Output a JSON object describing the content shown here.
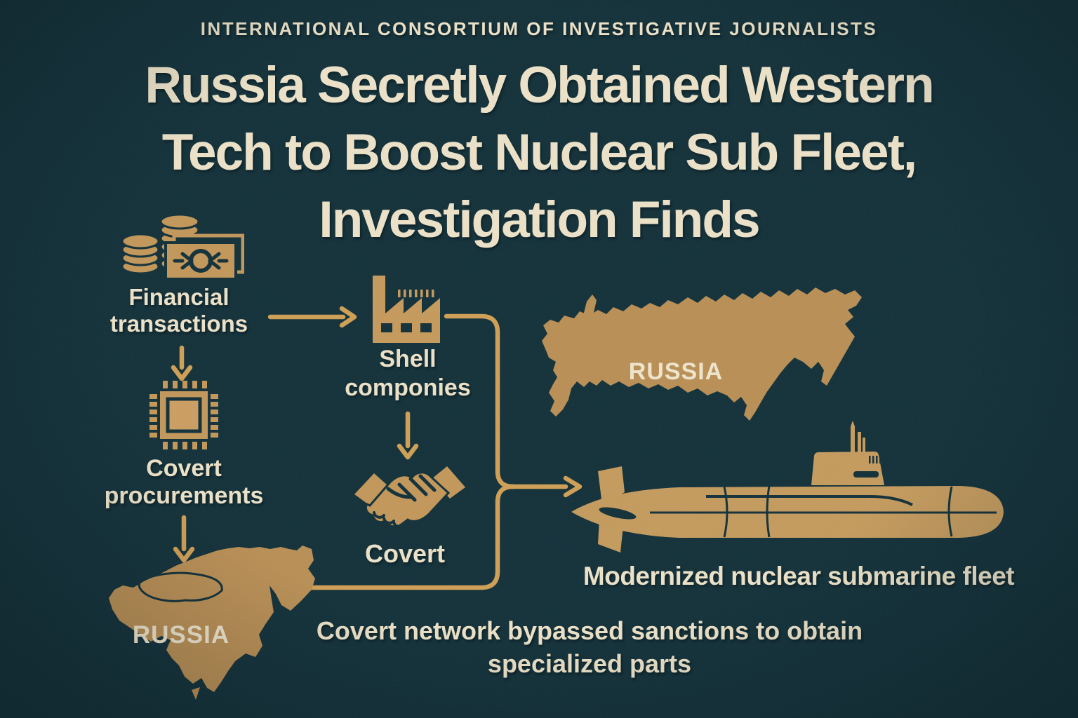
{
  "colors": {
    "background": "#13313a",
    "icon_gold": "#c2975a",
    "line_gold": "#cf9f55",
    "map_gold": "#b98f55",
    "text_cream": "#ece2c8"
  },
  "header": {
    "kicker": "INTERNATIONAL CONSORTIUM OF INVESTIGATIVE JOURNALISTS",
    "headline_lines": [
      "Russia Secretly Obtained Western",
      "Tech to Boost Nuclear Sub Fleet,",
      "Investigation Finds"
    ]
  },
  "diagram": {
    "nodes": {
      "financial": {
        "icon": "coins-and-banknote-icon",
        "label_lines": [
          "Financial",
          "transactions"
        ]
      },
      "procurements": {
        "icon": "microchip-icon",
        "label_lines": [
          "Covert",
          "procurements"
        ]
      },
      "shell": {
        "icon": "factory-icon",
        "label_lines": [
          "Shell",
          "componies"
        ]
      },
      "handshake": {
        "icon": "handshake-icon",
        "label": "Covert"
      },
      "destination_map": {
        "icon": "russia-map-silhouette",
        "label": "RUSSIA"
      },
      "origin_map": {
        "icon": "country-map-silhouette",
        "label": "RUSSIA"
      },
      "submarine": {
        "icon": "submarine-illustration",
        "label": "Modernized nuclear submarine fleet"
      }
    },
    "edges": [
      "financial transactions -> shell companies",
      "financial transactions -> covert procurements",
      "shell companies -> covert handshake",
      "covert procurements -> origin map",
      "covert handshake + origin map -> modernized nuclear submarine fleet"
    ]
  },
  "caption_lines": [
    "Covert network bypassed sanctions to obtain",
    "specialized parts"
  ]
}
